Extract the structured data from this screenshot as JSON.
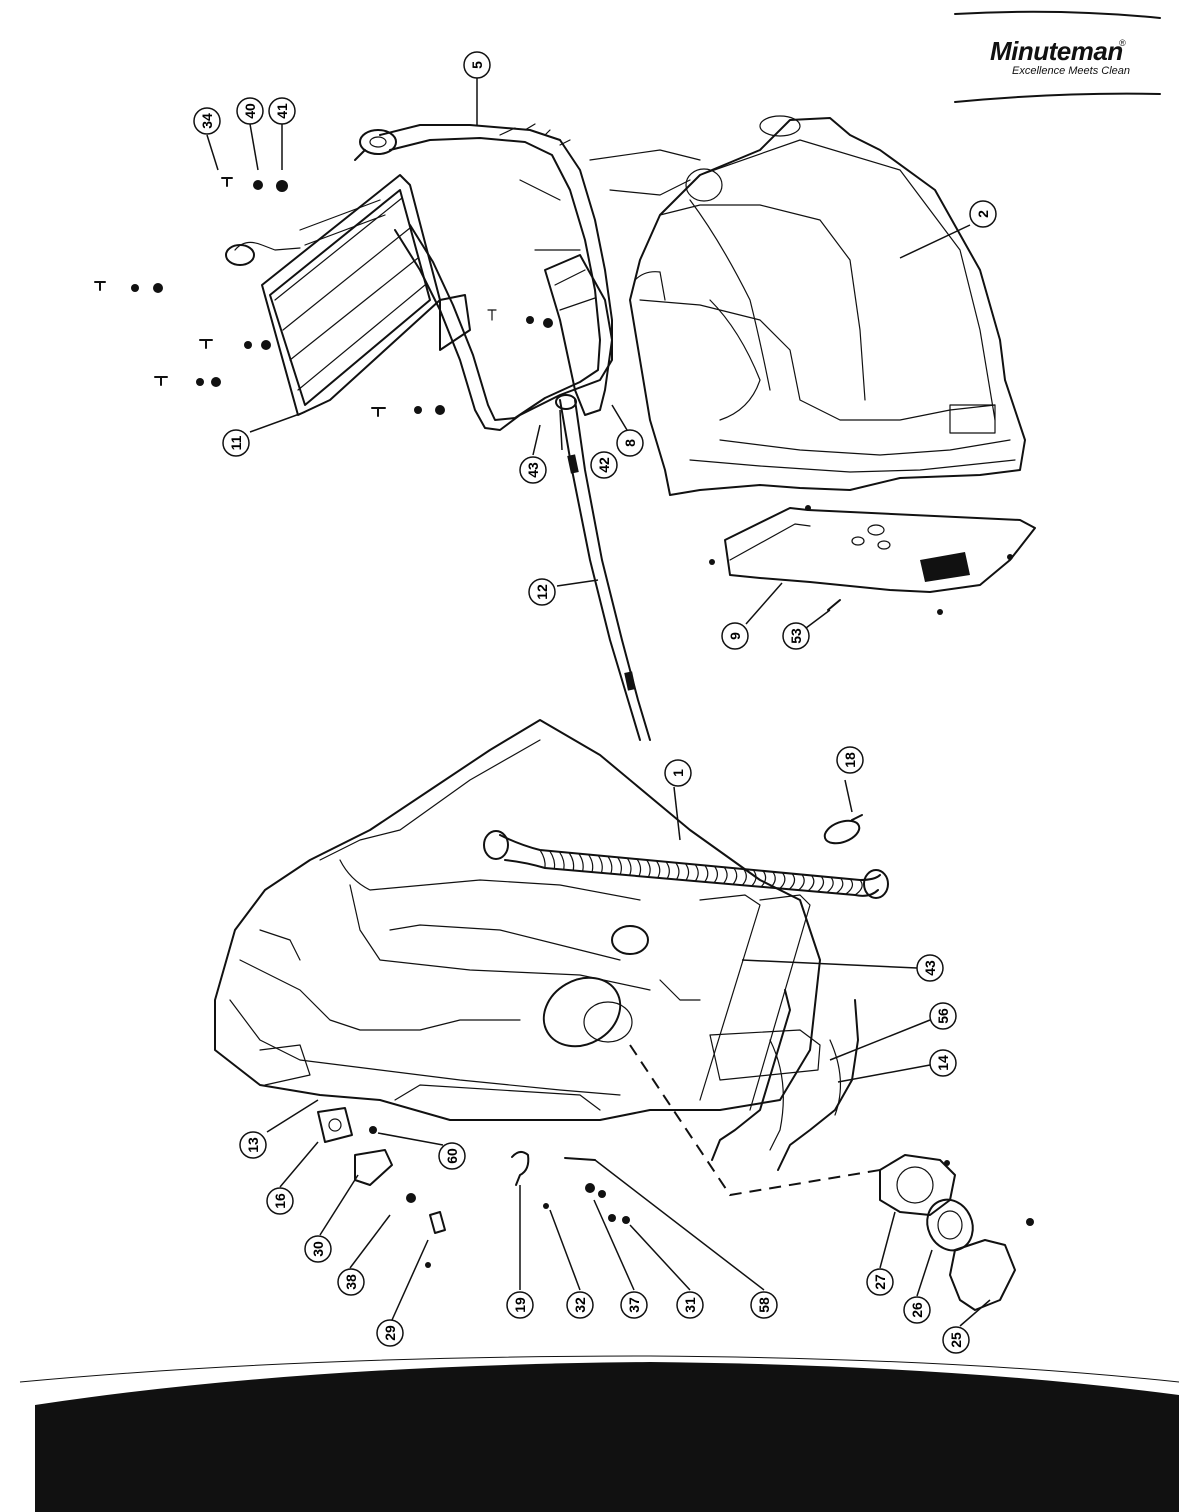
{
  "brand": {
    "name": "Minuteman",
    "registered_mark": "®",
    "tagline": "Excellence Meets Clean"
  },
  "callouts": [
    {
      "id": "c5",
      "label": "5"
    },
    {
      "id": "c34",
      "label": "34"
    },
    {
      "id": "c40",
      "label": "40"
    },
    {
      "id": "c41",
      "label": "41"
    },
    {
      "id": "c2",
      "label": "2"
    },
    {
      "id": "c11",
      "label": "11"
    },
    {
      "id": "c43a",
      "label": "43"
    },
    {
      "id": "c42",
      "label": "42"
    },
    {
      "id": "c8",
      "label": "8"
    },
    {
      "id": "c12",
      "label": "12"
    },
    {
      "id": "c9",
      "label": "9"
    },
    {
      "id": "c53",
      "label": "53"
    },
    {
      "id": "c1",
      "label": "1"
    },
    {
      "id": "c18",
      "label": "18"
    },
    {
      "id": "c43b",
      "label": "43"
    },
    {
      "id": "c56",
      "label": "56"
    },
    {
      "id": "c14",
      "label": "14"
    },
    {
      "id": "c13",
      "label": "13"
    },
    {
      "id": "c60",
      "label": "60"
    },
    {
      "id": "c16",
      "label": "16"
    },
    {
      "id": "c30",
      "label": "30"
    },
    {
      "id": "c38",
      "label": "38"
    },
    {
      "id": "c29",
      "label": "29"
    },
    {
      "id": "c19",
      "label": "19"
    },
    {
      "id": "c32",
      "label": "32"
    },
    {
      "id": "c37",
      "label": "37"
    },
    {
      "id": "c31",
      "label": "31"
    },
    {
      "id": "c58",
      "label": "58"
    },
    {
      "id": "c27",
      "label": "27"
    },
    {
      "id": "c26",
      "label": "26"
    },
    {
      "id": "c25",
      "label": "25"
    }
  ]
}
